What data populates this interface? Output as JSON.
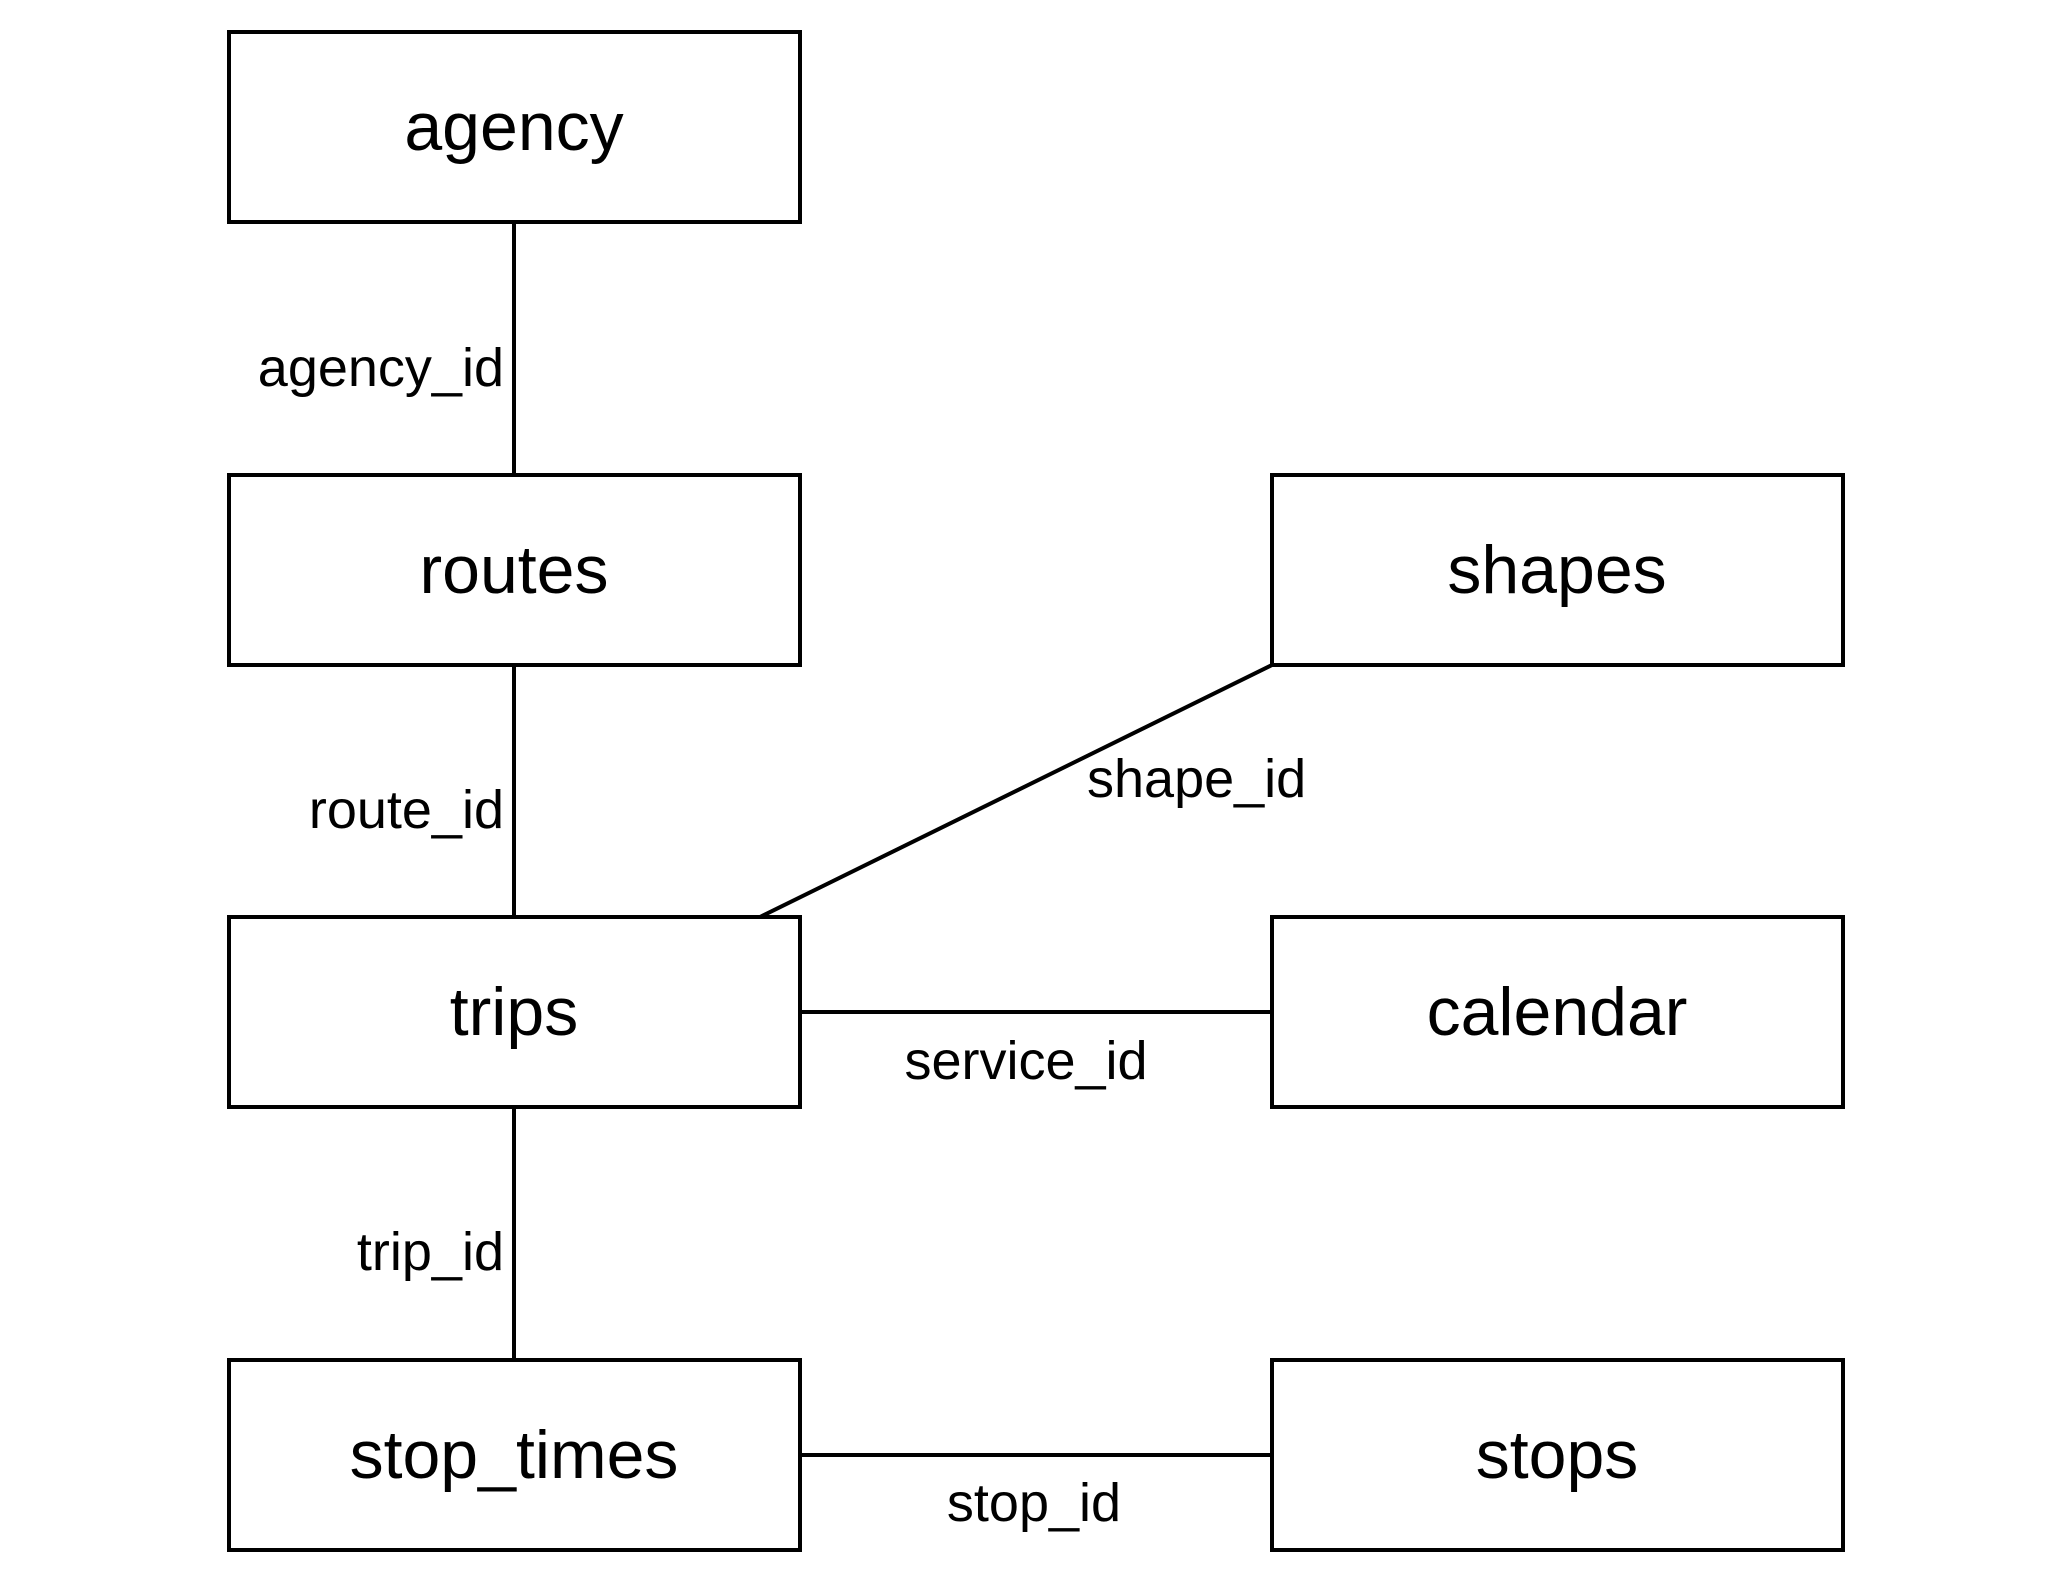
{
  "diagram": {
    "nodes": {
      "agency": "agency",
      "routes": "routes",
      "shapes": "shapes",
      "trips": "trips",
      "calendar": "calendar",
      "stop_times": "stop_times",
      "stops": "stops"
    },
    "edges": {
      "agency_routes": "agency_id",
      "routes_trips": "route_id",
      "trips_shapes": "shape_id",
      "trips_calendar": "service_id",
      "trips_stop_times": "trip_id",
      "stop_times_stops": "stop_id"
    }
  }
}
